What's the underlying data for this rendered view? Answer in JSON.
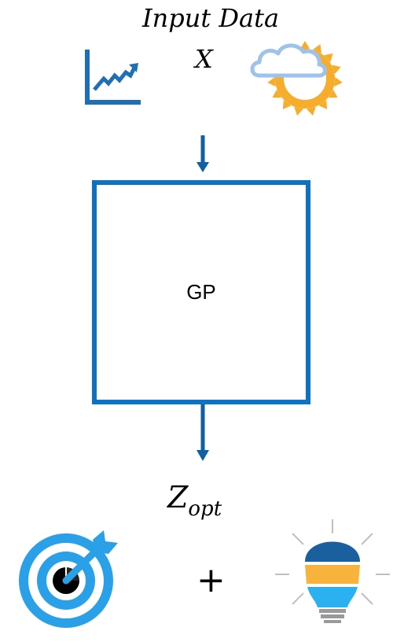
{
  "input": {
    "title": "Input Data",
    "variable": "X",
    "icons": [
      "trend-chart-icon",
      "weather-icon"
    ]
  },
  "model": {
    "label": "GP"
  },
  "output": {
    "variable_main": "Z",
    "variable_sub": "opt",
    "plus": "+",
    "icons": [
      "target-icon",
      "lightbulb-icon"
    ]
  },
  "colors": {
    "box_border": "#0e72c4",
    "arrow": "#0e5fa3",
    "chart_icon": "#1f6fb5",
    "cloud": "#9ec2ec",
    "sun": "#f5ad2b",
    "target_blue": "#2aa0e8",
    "bulb_dark_blue": "#1a5f9e",
    "bulb_yellow": "#f7b33b",
    "bulb_light_blue": "#2bb0f0",
    "bulb_base": "#9a9a9a"
  }
}
